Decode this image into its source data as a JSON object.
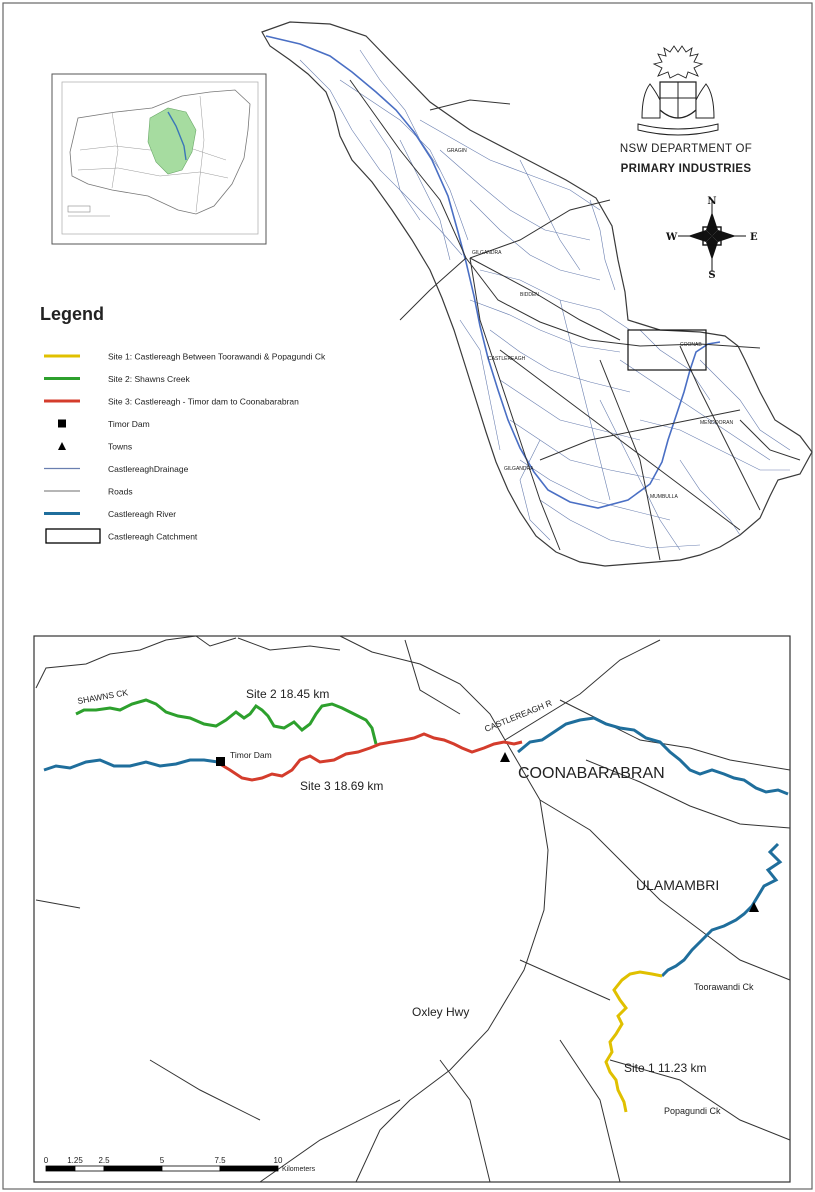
{
  "agency": {
    "line1": "NSW DEPARTMENT OF",
    "line2": "PRIMARY INDUSTRIES"
  },
  "compass": {
    "n": "N",
    "s": "S",
    "e": "E",
    "w": "W"
  },
  "legend": {
    "title": "Legend",
    "items": [
      {
        "symbol": "line",
        "color": "#e0c000",
        "label": "Site 1:  Castlereagh Between Toorawandi & Popagundi Ck"
      },
      {
        "symbol": "line",
        "color": "#2da02d",
        "label": "Site 2: Shawns Creek"
      },
      {
        "symbol": "line",
        "color": "#d43c2c",
        "label": "Site 3: Castlereagh - Timor dam to Coonabarabran"
      },
      {
        "symbol": "square",
        "color": "#000000",
        "label": "Timor Dam"
      },
      {
        "symbol": "triangle",
        "color": "#000000",
        "label": "Towns"
      },
      {
        "symbol": "thinline",
        "color": "#6a7fb0",
        "label": "CastlereaghDrainage"
      },
      {
        "symbol": "thinline",
        "color": "#8a8a8a",
        "label": "Roads"
      },
      {
        "symbol": "line",
        "color": "#1f6e9c",
        "label": "Castlereagh River"
      },
      {
        "symbol": "box",
        "color": "#000000",
        "label": "Castlereagh Catchment"
      }
    ]
  },
  "detail": {
    "labels": {
      "shawns_ck": "SHAWNS CK",
      "site2": "Site 2  18.45 km",
      "castlereagh_r": "CASTLEREAGH R",
      "timor_dam": "Timor Dam",
      "site3": "Site 3  18.69 km",
      "coonabarabran": "COONABARABRAN",
      "ulamambri": "ULAMAMBRI",
      "toorawandi": "Toorawandi Ck",
      "oxley": "Oxley Hwy",
      "site1": "Site 1  11.23 km",
      "popagundi": "Popagundi Ck"
    },
    "scalebar": {
      "ticks": [
        "0",
        "1.25",
        "2.5",
        "5",
        "7.5",
        "10"
      ],
      "tick_km": [
        0,
        1.25,
        2.5,
        5,
        7.5,
        10
      ],
      "unit": "Kilometers"
    }
  },
  "colors": {
    "site1": "#e0c000",
    "site2": "#2da02d",
    "site3": "#d43c2c",
    "river": "#1f6e9c",
    "drainage": "#6a7fb0",
    "road": "#555555",
    "inset_green": "#a6dca0"
  }
}
